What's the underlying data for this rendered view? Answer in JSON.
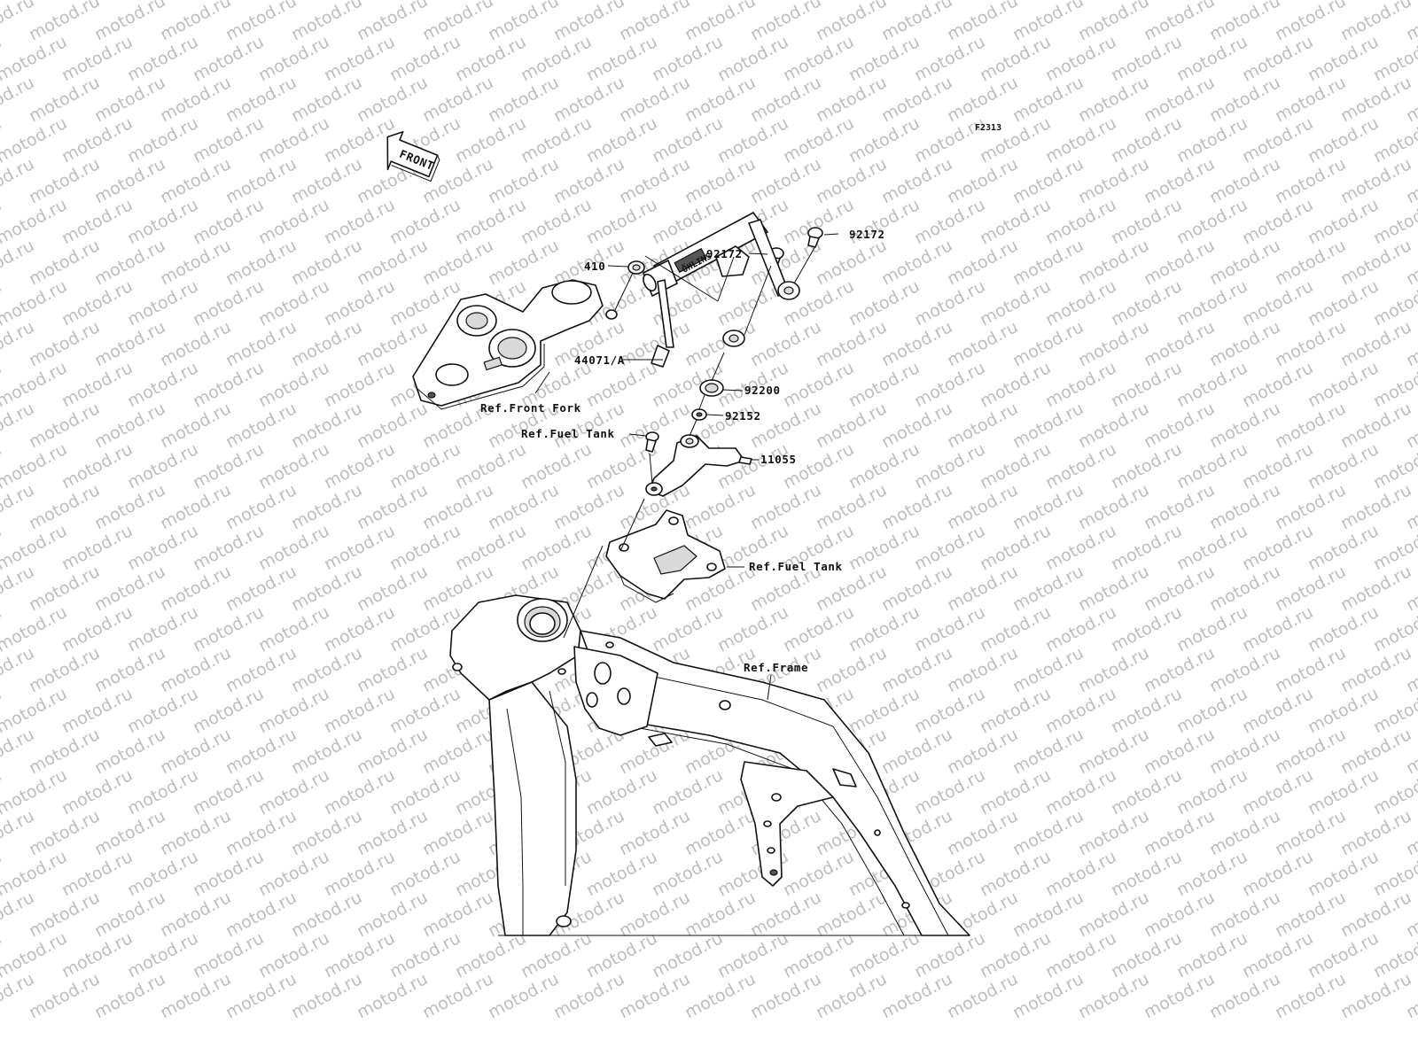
{
  "diagram_code": "F2313",
  "watermark_text": "motod.ru",
  "front_arrow_text": "FRONT",
  "steering_damper_brand_text": "ÖHLINS",
  "labels": {
    "p410": "410",
    "p92172_a": "92172",
    "p92172_b": "92172",
    "p44071": "44071/A",
    "p92200": "92200",
    "p92152": "92152",
    "p11055": "11055",
    "ref_front_fork": "Ref.Front Fork",
    "ref_fuel_tank_a": "Ref.Fuel Tank",
    "ref_fuel_tank_b": "Ref.Fuel Tank",
    "ref_frame": "Ref.Frame"
  },
  "colors": {
    "line": "#111111",
    "watermark": "#bdbdbd",
    "background": "#ffffff"
  }
}
